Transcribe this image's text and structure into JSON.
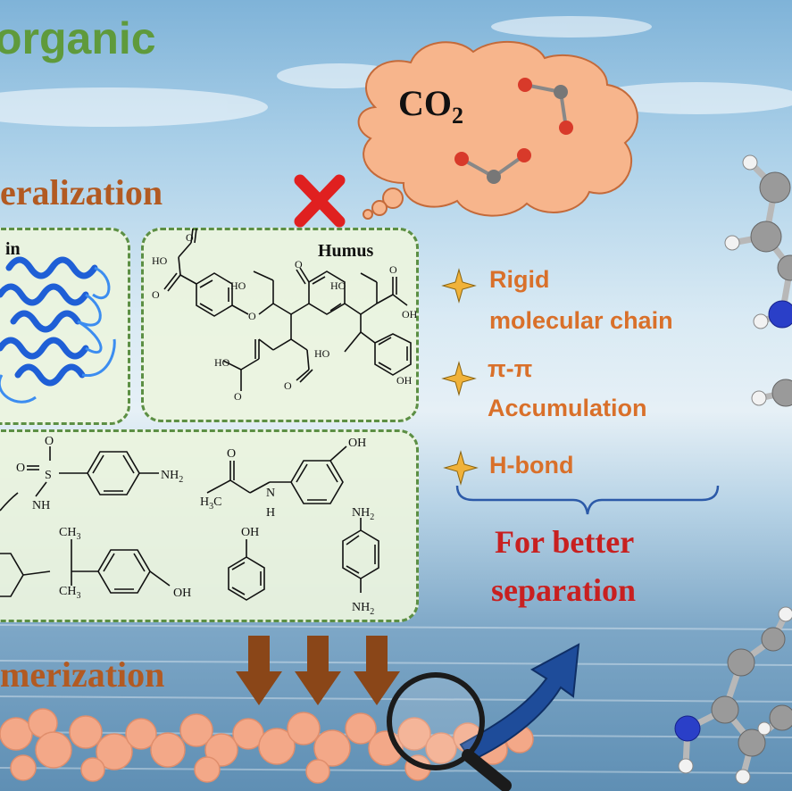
{
  "title": "organic",
  "co2": {
    "label": "CO",
    "subscript": "2"
  },
  "processes": {
    "mineralization": "eralization",
    "polymerization": "merization"
  },
  "panels": {
    "protein_label": "in",
    "humus_label": "Humus"
  },
  "chem_labels": {
    "oh": "OH",
    "ho": "HO",
    "nh2": "NH",
    "nh2_sub": "2",
    "h3c": "H",
    "h3c_sub": "3",
    "c": "C",
    "ch3": "CH",
    "ch3_sub": "3",
    "n": "N",
    "h": "H",
    "s": "S",
    "o": "O"
  },
  "features": [
    {
      "lines": [
        "Rigid",
        "molecular chain"
      ]
    },
    {
      "lines": [
        "π-π",
        "Accumulation"
      ]
    },
    {
      "lines": [
        "H-bond"
      ]
    }
  ],
  "conclusion": [
    "For better",
    "separation"
  ],
  "colors": {
    "title": "#5f9a3c",
    "process": "#b25a22",
    "feature": "#d9702a",
    "conclusion": "#c82020",
    "cloud": "#f7b58c",
    "panel_border": "#5c8f44",
    "arrows": "#8a4618",
    "cross": "#e02020",
    "curved_arrow": "#1e4c9a"
  },
  "icons": [
    "cross-icon",
    "star-icon",
    "magnifier-icon",
    "co2-molecule-icon",
    "protein-ribbon-icon",
    "ball-stick-molecule-icon"
  ]
}
